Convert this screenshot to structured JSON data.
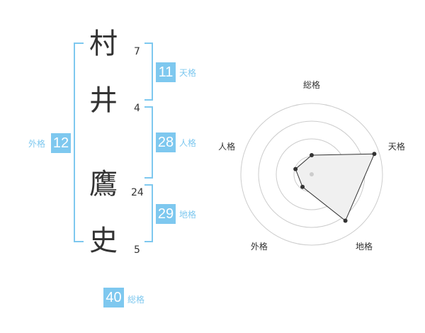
{
  "name": {
    "chars": [
      {
        "char": "村",
        "strokes": "7"
      },
      {
        "char": "井",
        "strokes": "4"
      },
      {
        "char": "鷹",
        "strokes": "24"
      },
      {
        "char": "史",
        "strokes": "5"
      }
    ]
  },
  "fortunes": {
    "tenkaku": {
      "value": "11",
      "label": "天格"
    },
    "jinkaku": {
      "value": "28",
      "label": "人格"
    },
    "chikaku": {
      "value": "29",
      "label": "地格"
    },
    "gaikaku": {
      "value": "12",
      "label": "外格"
    },
    "soukaku": {
      "value": "40",
      "label": "総格"
    }
  },
  "radar": {
    "axes": [
      "総格",
      "天格",
      "地格",
      "外格",
      "人格"
    ],
    "values": [
      0.27,
      0.93,
      0.81,
      0.22,
      0.24
    ],
    "rings": 4,
    "colors": {
      "fill": "#f0f0f0",
      "stroke": "#333333",
      "ring": "#cccccc",
      "center": "#cccccc"
    }
  },
  "colors": {
    "accent": "#7ec8ef",
    "text": "#333333"
  }
}
